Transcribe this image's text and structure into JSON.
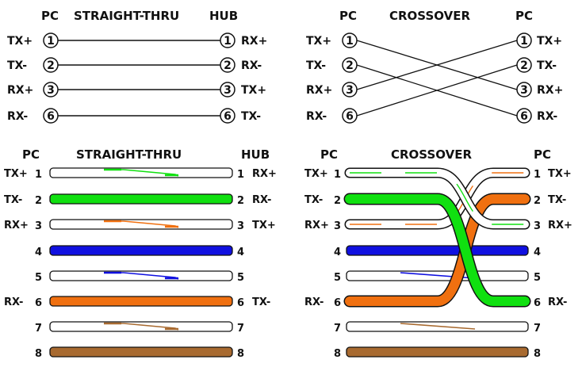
{
  "top_left": {
    "title_pc": "PC",
    "title_main": "STRAIGHT-THRU",
    "title_hub": "HUB",
    "left_labels": [
      "TX+",
      "TX-",
      "RX+",
      "RX-"
    ],
    "pins": [
      "1",
      "2",
      "3",
      "6"
    ],
    "right_labels": [
      "RX+",
      "RX-",
      "TX+",
      "TX-"
    ]
  },
  "top_right": {
    "title_pc_left": "PC",
    "title_main": "CROSSOVER",
    "title_pc_right": "PC",
    "left_labels": [
      "TX+",
      "TX-",
      "RX+",
      "RX-"
    ],
    "pins": [
      "1",
      "2",
      "3",
      "6"
    ],
    "right_labels": [
      "TX+",
      "TX-",
      "RX+",
      "RX-"
    ]
  },
  "bottom_left": {
    "title_pc": "PC",
    "title_main": "STRAIGHT-THRU",
    "title_hub": "HUB",
    "left_labels": [
      "TX+",
      "TX-",
      "RX+",
      "",
      "",
      "RX-",
      "",
      ""
    ],
    "pins": [
      "1",
      "2",
      "3",
      "4",
      "5",
      "6",
      "7",
      "8"
    ],
    "right_labels": [
      "RX+",
      "RX-",
      "TX+",
      "",
      "",
      "TX-",
      "",
      ""
    ]
  },
  "bottom_right": {
    "title_pc_left": "PC",
    "title_main": "CROSSOVER",
    "title_pc_right": "PC",
    "left_labels": [
      "TX+",
      "TX-",
      "RX+",
      "",
      "",
      "RX-",
      "",
      ""
    ],
    "left_pins": [
      "1",
      "2",
      "3",
      "4",
      "5",
      "6",
      "7",
      "8"
    ],
    "right_pins": [
      "1",
      "2",
      "3",
      "4",
      "5",
      "6",
      "7",
      "8"
    ],
    "right_labels": [
      "TX+",
      "TX-",
      "RX+",
      "",
      "",
      "RX-",
      "",
      ""
    ]
  },
  "colors": {
    "green": "#10e010",
    "orange": "#f07010",
    "blue": "#1010e0",
    "brown": "#a86a30",
    "white": "#ffffff",
    "outline": "#111111"
  },
  "wire_pattern": [
    "white-green",
    "green",
    "white-orange",
    "blue",
    "white-blue",
    "orange",
    "white-brown",
    "brown"
  ]
}
